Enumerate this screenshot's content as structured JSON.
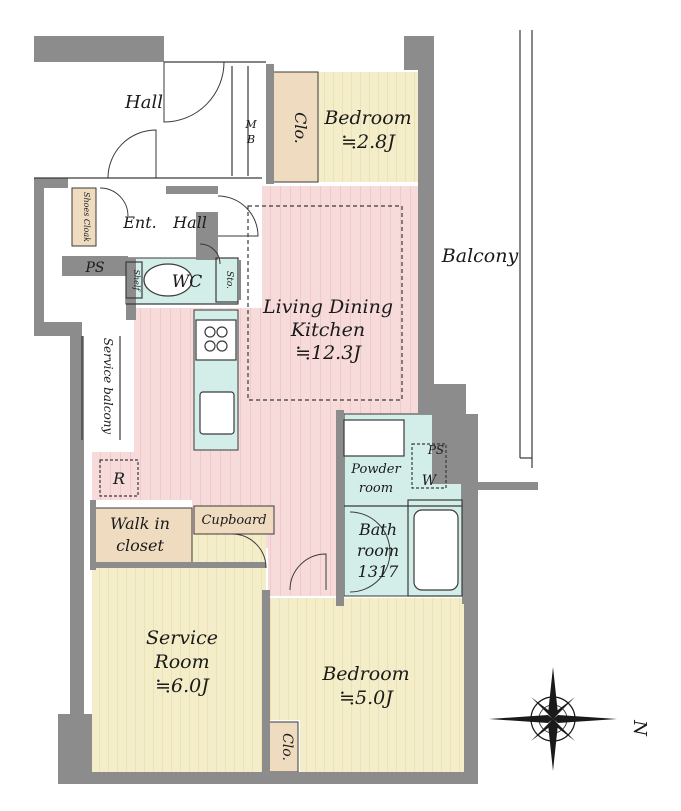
{
  "labels": {
    "hall_top": "Hall",
    "mb_1": "M",
    "mb_2": "B",
    "clo_top": "Clo.",
    "bedroom_top": "Bedroom",
    "bedroom_top_size": "≒2.8J",
    "shoes_cloak": "Shoes Cloak",
    "ent": "Ent.",
    "hall_mid": "Hall",
    "balcony": "Balcony",
    "ps_left": "PS",
    "shelf": "Shelf",
    "wc": "WC",
    "sto": "Sto.",
    "ldk_1": "Living Dining",
    "ldk_2": "Kitchen",
    "ldk_size": "≒12.3J",
    "service_balcony": "Service balcony",
    "ps_right": "PS",
    "powder_1": "Powder",
    "powder_2": "room",
    "w": "W",
    "r": "R",
    "walk_in_1": "Walk in",
    "walk_in_2": "closet",
    "cupboard": "Cupboard",
    "bath_1": "Bath",
    "bath_2": "room",
    "bath_3": "1317",
    "service_room_1": "Service",
    "service_room_2": "Room",
    "service_room_size": "≒6.0J",
    "bedroom_bottom": "Bedroom",
    "bedroom_bottom_size": "≒5.0J",
    "clo_bottom": "Clo.",
    "north": "N"
  },
  "colors": {
    "wall": "#8c8c8c",
    "ldk_floor": "#f7dada",
    "bedroom_floor": "#f4edc9",
    "closet_floor": "#efdcc0",
    "wet_area": "#d3eee8",
    "stroke": "#3a3a3a"
  }
}
